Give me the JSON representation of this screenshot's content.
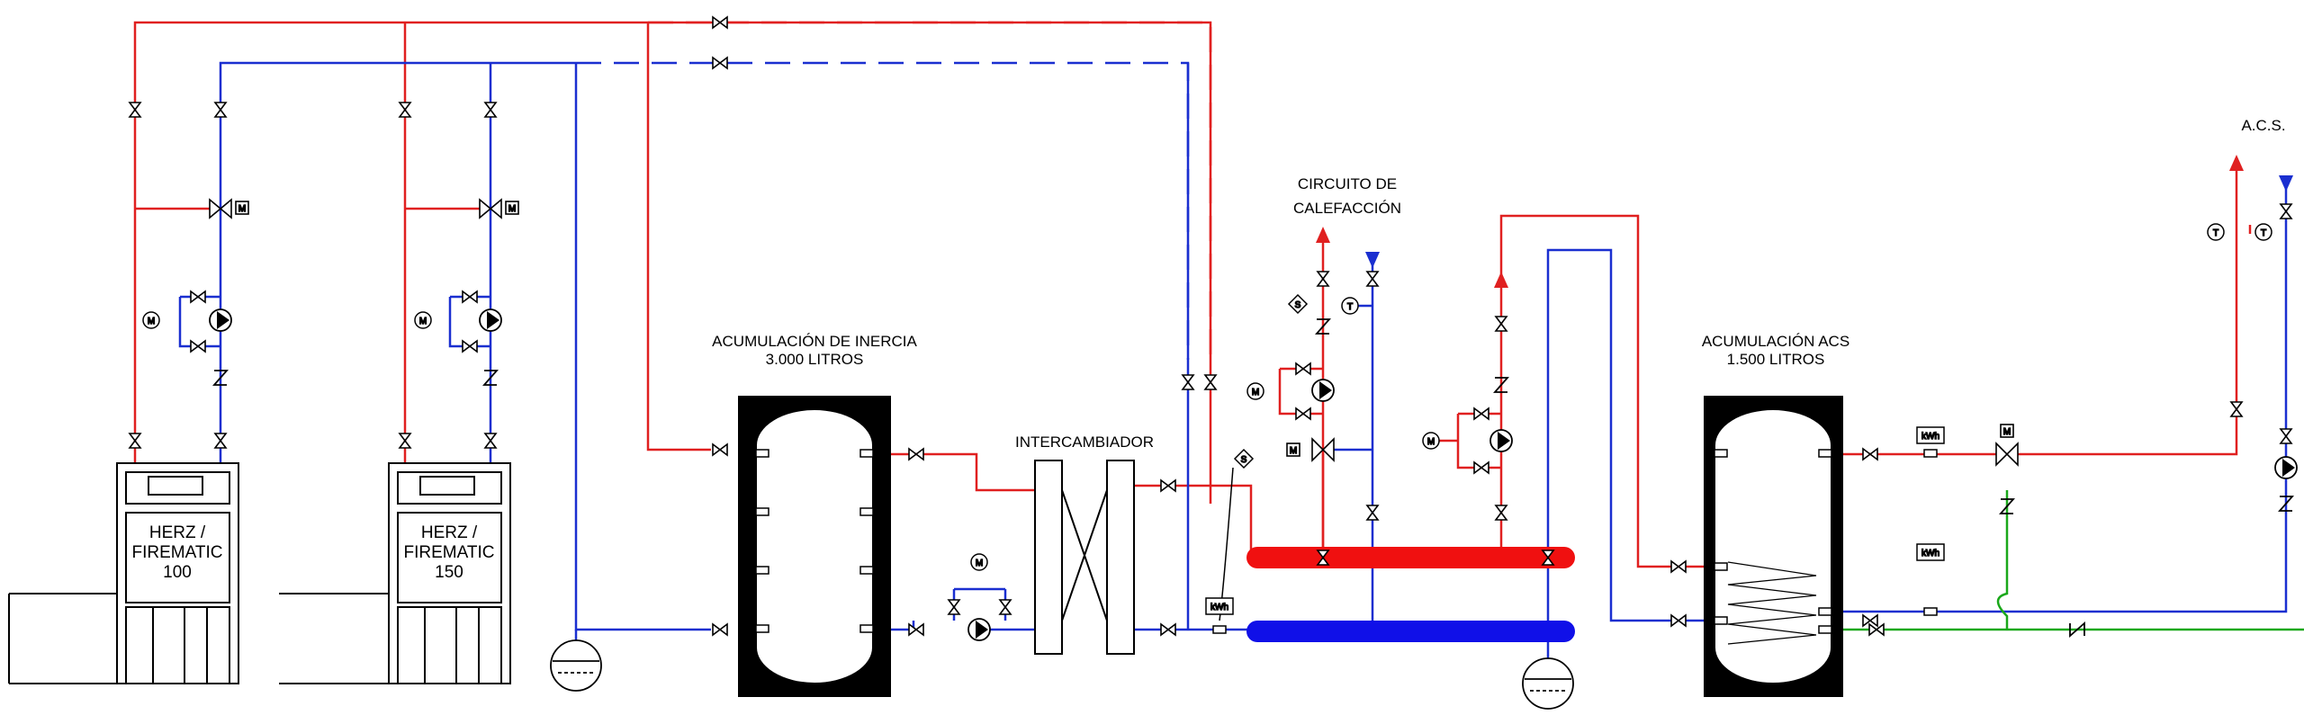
{
  "labels": {
    "acs_out": "A.C.S.",
    "circuit_line1": "CIRCUITO DE",
    "circuit_line2": "CALEFACCIÓN",
    "inertia_line1": "ACUMULACIÓN DE INERCIA",
    "inertia_line2": "3.000 LITROS",
    "exchanger": "INTERCAMBIADOR",
    "dhw_line1": "ACUMULACIÓN ACS",
    "dhw_line2": "1.500 LITROS"
  },
  "boilers": [
    {
      "line1": "HERZ /",
      "line2": "FIREMATIC",
      "line3": "100"
    },
    {
      "line1": "HERZ /",
      "line2": "FIREMATIC",
      "line3": "150"
    }
  ],
  "symbols": {
    "motor": "M",
    "temperature": "T",
    "safety": "S",
    "energy_meter": "kWh"
  },
  "colors": {
    "hot": "#e02020",
    "cold": "#1a2fd0",
    "green": "#1aa81a",
    "black": "#000000",
    "manifold_hot": "#f01010",
    "manifold_cold": "#1010e8"
  },
  "icons": [
    "valve-icon",
    "three-way-valve-icon",
    "pump-icon",
    "check-valve-icon",
    "motor-icon",
    "thermometer-icon",
    "energy-meter-icon",
    "expansion-vessel-icon"
  ]
}
